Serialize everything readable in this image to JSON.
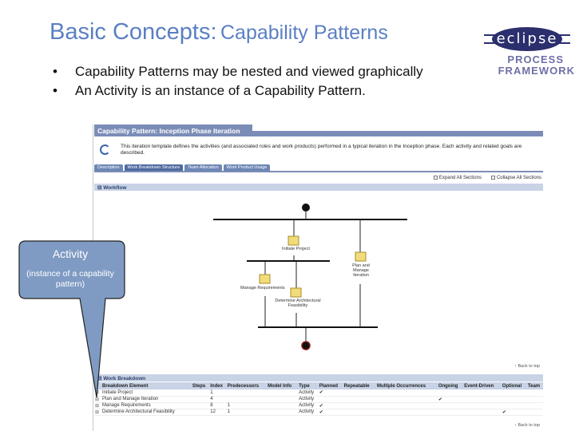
{
  "slide": {
    "title_main": "Basic Concepts:",
    "title_sub": "Capability Patterns",
    "bullets": [
      "Capability Patterns may be nested and viewed graphically",
      "An Activity is an instance of a Capability Pattern."
    ]
  },
  "logo": {
    "word": "eclipse",
    "line1": "PROCESS",
    "line2": "FRAMEWORK"
  },
  "callout": {
    "title": "Activity",
    "subtitle": "(instance of a capability pattern)",
    "color": "#7f9bc3"
  },
  "screenshot": {
    "header": "Capability Pattern: Inception Phase Iteration",
    "description": "This iteration template defines the activities (and associated roles and work products) performed in a typical iteration in the Inception phase. Each activity and related goals are described.",
    "tabs": [
      "Description",
      "Work Breakdown Structure",
      "Team Allocation",
      "Work Product Usage"
    ],
    "expand_all": "Expand All Sections",
    "collapse_all": "Collapse All Sections",
    "workflow_title": "Workflow",
    "back_to_top": "Back to top",
    "workflow_nodes": {
      "initiate": "Initiate Project",
      "plan": "Plan and Manage Iteration",
      "manage_req": "Manage Requirements",
      "determine_arch": "Determine Architectural Feasibility"
    },
    "wbs": {
      "title": "Work Breakdown",
      "columns": [
        "Breakdown Element",
        "Steps",
        "Index",
        "Predecessors",
        "Model Info",
        "Type",
        "Planned",
        "Repeatable",
        "Multiple Occurrences",
        "Ongoing",
        "Event-Driven",
        "Optional",
        "Team"
      ],
      "rows": [
        {
          "name": "Initiate Project",
          "index": "1",
          "pred": "",
          "type": "Activity",
          "planned": "✔",
          "ongoing": "",
          "optional": ""
        },
        {
          "name": "Plan and Manage Iteration",
          "index": "4",
          "pred": "",
          "type": "Activity",
          "planned": "",
          "ongoing": "✔",
          "optional": ""
        },
        {
          "name": "Manage Requirements",
          "index": "8",
          "pred": "1",
          "type": "Activity",
          "planned": "✔",
          "ongoing": "",
          "optional": ""
        },
        {
          "name": "Determine Architectural Feasibility",
          "index": "12",
          "pred": "1",
          "type": "Activity",
          "planned": "✔",
          "ongoing": "",
          "optional": "✔"
        }
      ]
    }
  }
}
